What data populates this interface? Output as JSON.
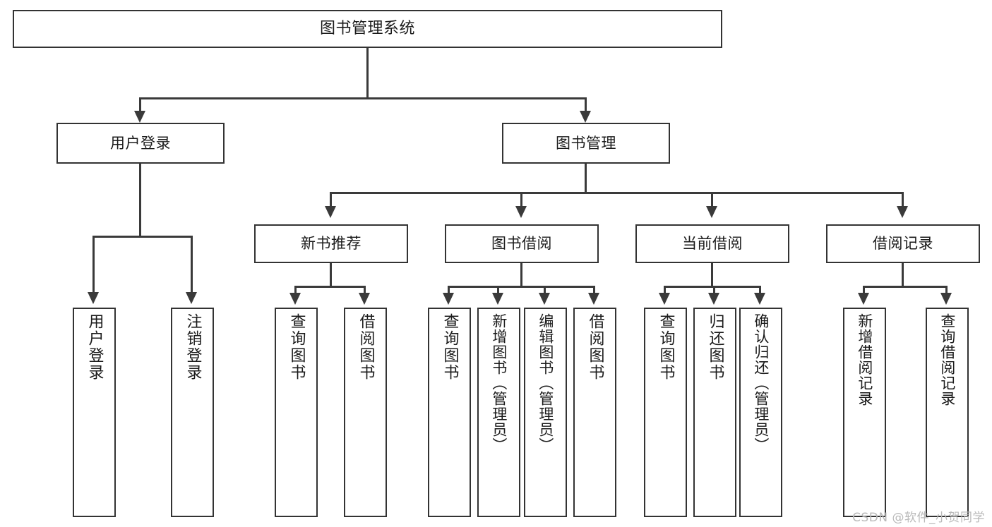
{
  "diagram": {
    "title": "图书管理系统",
    "watermark": "CSDN @软件_小贺同学",
    "colors": {
      "box_border": "#333333",
      "connector": "#3a3a3a",
      "background": "#ffffff",
      "text": "#1b1b1b",
      "watermark": "#b9b9b9"
    },
    "root": {
      "label": "图书管理系统"
    },
    "level1": [
      {
        "label": "用户登录"
      },
      {
        "label": "图书管理"
      }
    ],
    "level2": [
      {
        "label": "新书推荐"
      },
      {
        "label": "图书借阅"
      },
      {
        "label": "当前借阅"
      },
      {
        "label": "借阅记录"
      }
    ],
    "leaves": [
      {
        "label": "用户登录"
      },
      {
        "label": "注销登录"
      },
      {
        "label": "查询图书"
      },
      {
        "label": "借阅图书"
      },
      {
        "label": "查询图书"
      },
      {
        "label": "新增图书（管理员）"
      },
      {
        "label": "编辑图书（管理员）"
      },
      {
        "label": "借阅图书"
      },
      {
        "label": "查询图书"
      },
      {
        "label": "归还图书"
      },
      {
        "label": "确认归还（管理员）"
      },
      {
        "label": "新增借阅记录"
      },
      {
        "label": "查询借阅记录"
      }
    ]
  }
}
